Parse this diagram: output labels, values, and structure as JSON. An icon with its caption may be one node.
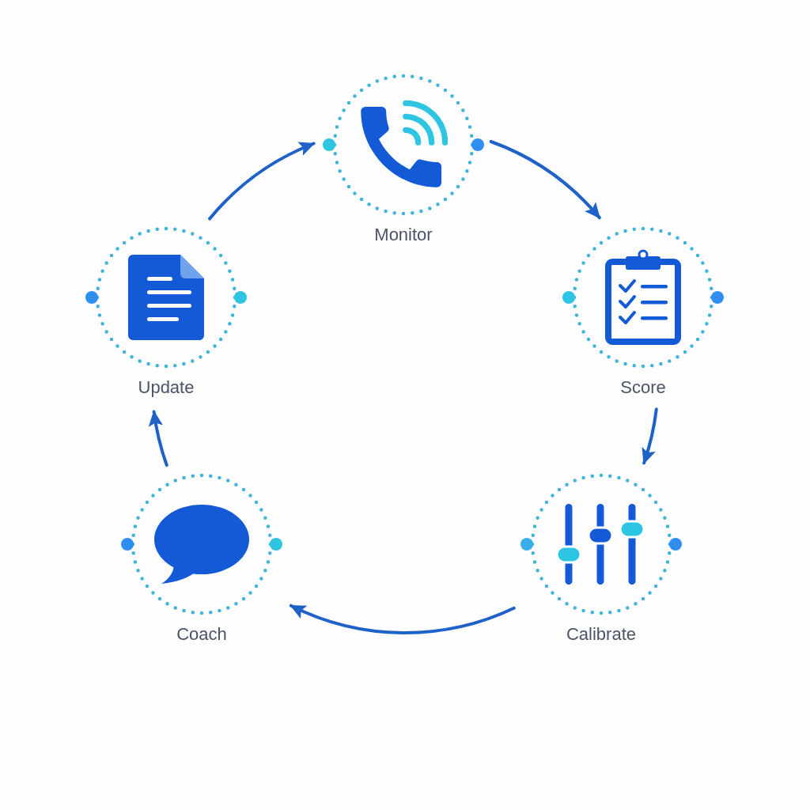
{
  "diagram": {
    "nodes": [
      {
        "text": [
          "Monitor"
        ]
      },
      {
        "text": [
          "Update"
        ]
      },
      {
        "text": [
          "Score"
        ]
      },
      {
        "text": [
          "Coach"
        ]
      },
      {
        "text": [
          "Calibrate"
        ]
      }
    ],
    "edges": [
      {
        "from": 0,
        "to": 2,
        "arrow": "to"
      },
      {
        "from": 2,
        "to": 4,
        "arrow": "to"
      },
      {
        "from": 4,
        "to": 3,
        "arrow": "to"
      },
      {
        "from": 3,
        "to": 1,
        "arrow": "to"
      },
      {
        "from": 1,
        "to": 0,
        "arrow": "to"
      }
    ]
  }
}
